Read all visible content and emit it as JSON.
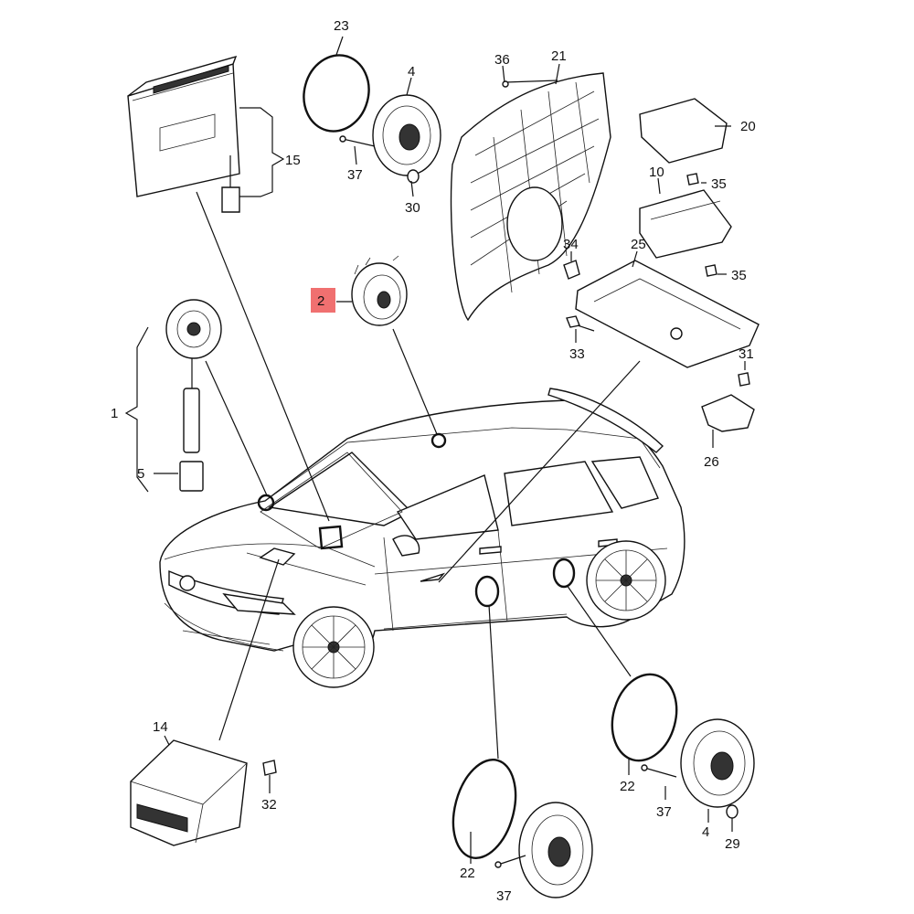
{
  "diagram": {
    "labels": {
      "l1": "1",
      "l2": "2",
      "l4a": "4",
      "l4b": "4",
      "l5": "5",
      "l10": "10",
      "l14": "14",
      "l15": "15",
      "l20": "20",
      "l21": "21",
      "l22a": "22",
      "l22b": "22",
      "l23": "23",
      "l25": "25",
      "l26": "26",
      "l29": "29",
      "l30": "30",
      "l31": "31",
      "l32": "32",
      "l33": "33",
      "l34": "34",
      "l35a": "35",
      "l35b": "35",
      "l36": "36",
      "l37a": "37",
      "l37b": "37",
      "l37c": "37"
    },
    "highlight_color": "#f07070",
    "highlighted_part": "2"
  }
}
